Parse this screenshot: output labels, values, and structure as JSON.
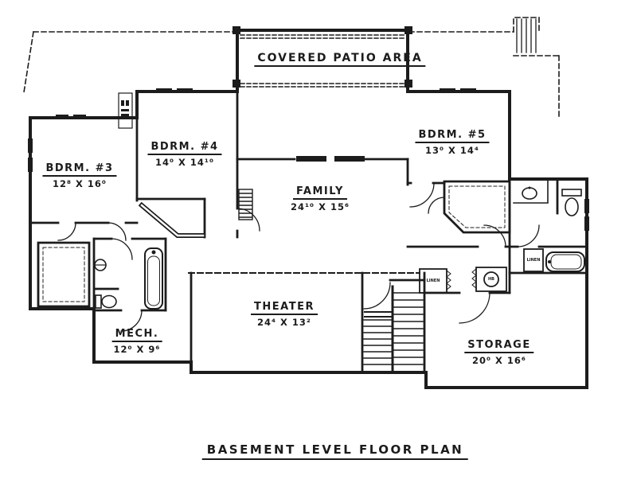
{
  "sheet": {
    "title": "BASEMENT LEVEL FLOOR PLAN",
    "patio": {
      "label": "COVERED PATIO AREA"
    },
    "rooms": [
      {
        "id": "bdrm3",
        "name": "BDRM. #3",
        "dims": "12⁸ X 16⁰"
      },
      {
        "id": "bdrm4",
        "name": "BDRM. #4",
        "dims": "14⁰ X 14¹⁰"
      },
      {
        "id": "bdrm5",
        "name": "BDRM. #5",
        "dims": "13⁰ X 14⁴"
      },
      {
        "id": "family",
        "name": "FAMILY",
        "dims": "24¹⁰ X 15⁶"
      },
      {
        "id": "theater",
        "name": "THEATER",
        "dims": "24⁴ X 13²"
      },
      {
        "id": "mech",
        "name": "MECH.",
        "dims": "12⁰ X 9⁶"
      },
      {
        "id": "storage",
        "name": "STORAGE",
        "dims": "20⁰ X 16⁶"
      }
    ],
    "small_labels": {
      "linen_hall": "LINEN",
      "linen_bath": "LINEN",
      "hose_bib": "HB"
    },
    "colors": {
      "ink": "#1c1c1c",
      "paper": "#ffffff"
    }
  }
}
